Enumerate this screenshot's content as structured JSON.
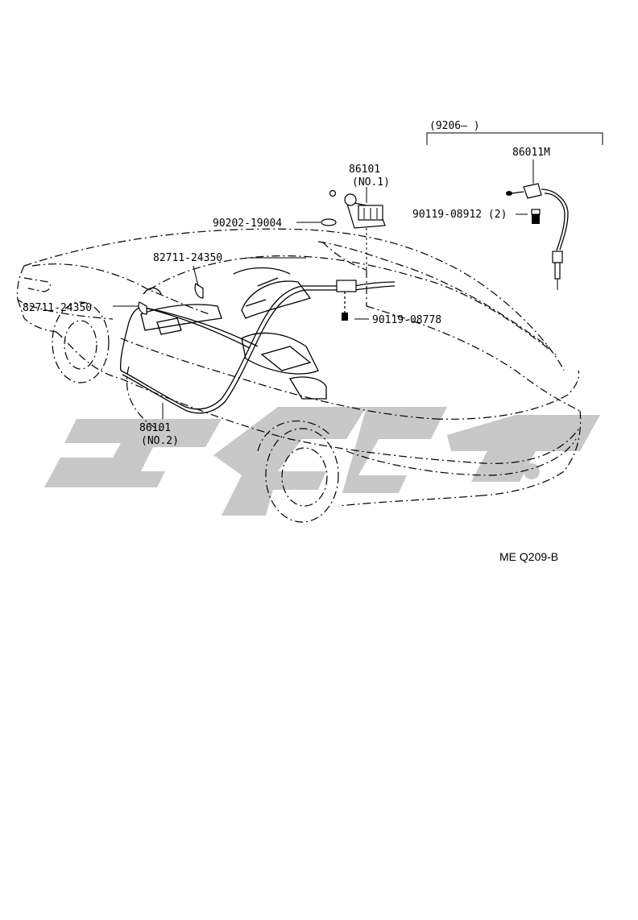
{
  "diagram": {
    "date_range_label": "(9206–        )",
    "callouts": [
      {
        "id": "antenna-assy",
        "number": "86011M"
      },
      {
        "id": "screw-2",
        "number": "90119-08912 (2)"
      },
      {
        "id": "cord-no1",
        "number": "86101",
        "sub": "(NO.1)"
      },
      {
        "id": "washer",
        "number": "90202-19004"
      },
      {
        "id": "clamp-upper",
        "number": "82711-24350"
      },
      {
        "id": "clamp-lower",
        "number": "82711-24350"
      },
      {
        "id": "screw-1",
        "number": "90119-08778"
      },
      {
        "id": "cord-no2",
        "number": "86101",
        "sub": "(NO.2)"
      }
    ],
    "figure_code": "ME Q209-B",
    "watermark": {
      "color": "#c8c8c8"
    }
  }
}
